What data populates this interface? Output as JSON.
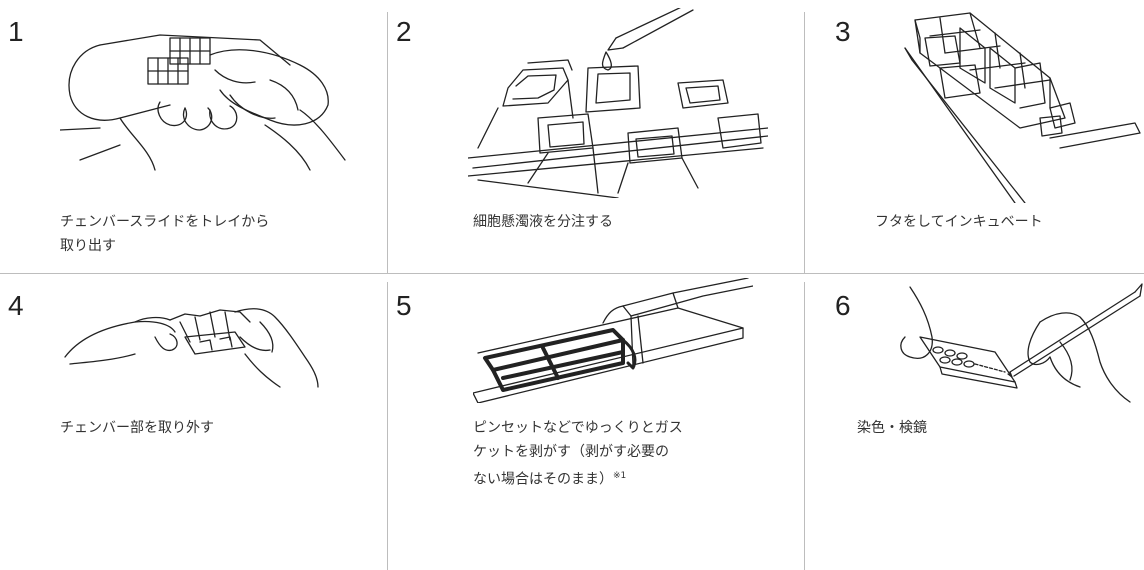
{
  "steps": [
    {
      "number": "1",
      "caption": "チェンバースライドをトレイから\n取り出す",
      "icon": "hands-removing-slide-from-tray-icon"
    },
    {
      "number": "2",
      "caption": "細胞懸濁液を分注する",
      "icon": "pipette-dispensing-into-wells-icon"
    },
    {
      "number": "3",
      "caption": "フタをしてインキュベート",
      "icon": "covered-chamber-slide-icon"
    },
    {
      "number": "4",
      "caption": "チェンバー部を取り外す",
      "icon": "hands-removing-chamber-icon"
    },
    {
      "number": "5",
      "caption": "ピンセットなどでゆっくりとガス\nケットを剥がす（剥がす必要の\nない場合はそのまま）",
      "note": "※1",
      "icon": "peeling-gasket-icon"
    },
    {
      "number": "6",
      "caption": "染色・検鏡",
      "icon": "labeling-slide-with-pen-icon"
    }
  ]
}
